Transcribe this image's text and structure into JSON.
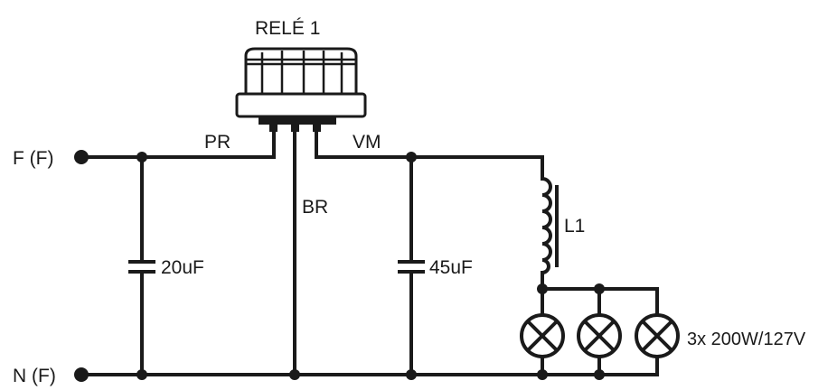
{
  "relay": {
    "title": "RELÉ 1"
  },
  "terminals": {
    "line": "F (F)",
    "neutral": "N (F)"
  },
  "wires": {
    "black": "PR",
    "brown": "BR",
    "red": "VM"
  },
  "components": {
    "capacitor_1": "20uF",
    "capacitor_2": "45uF",
    "inductor": "L1",
    "lamps": "3x 200W/127V"
  },
  "colors": {
    "ink": "#1a1a1a",
    "background": "#ffffff"
  }
}
